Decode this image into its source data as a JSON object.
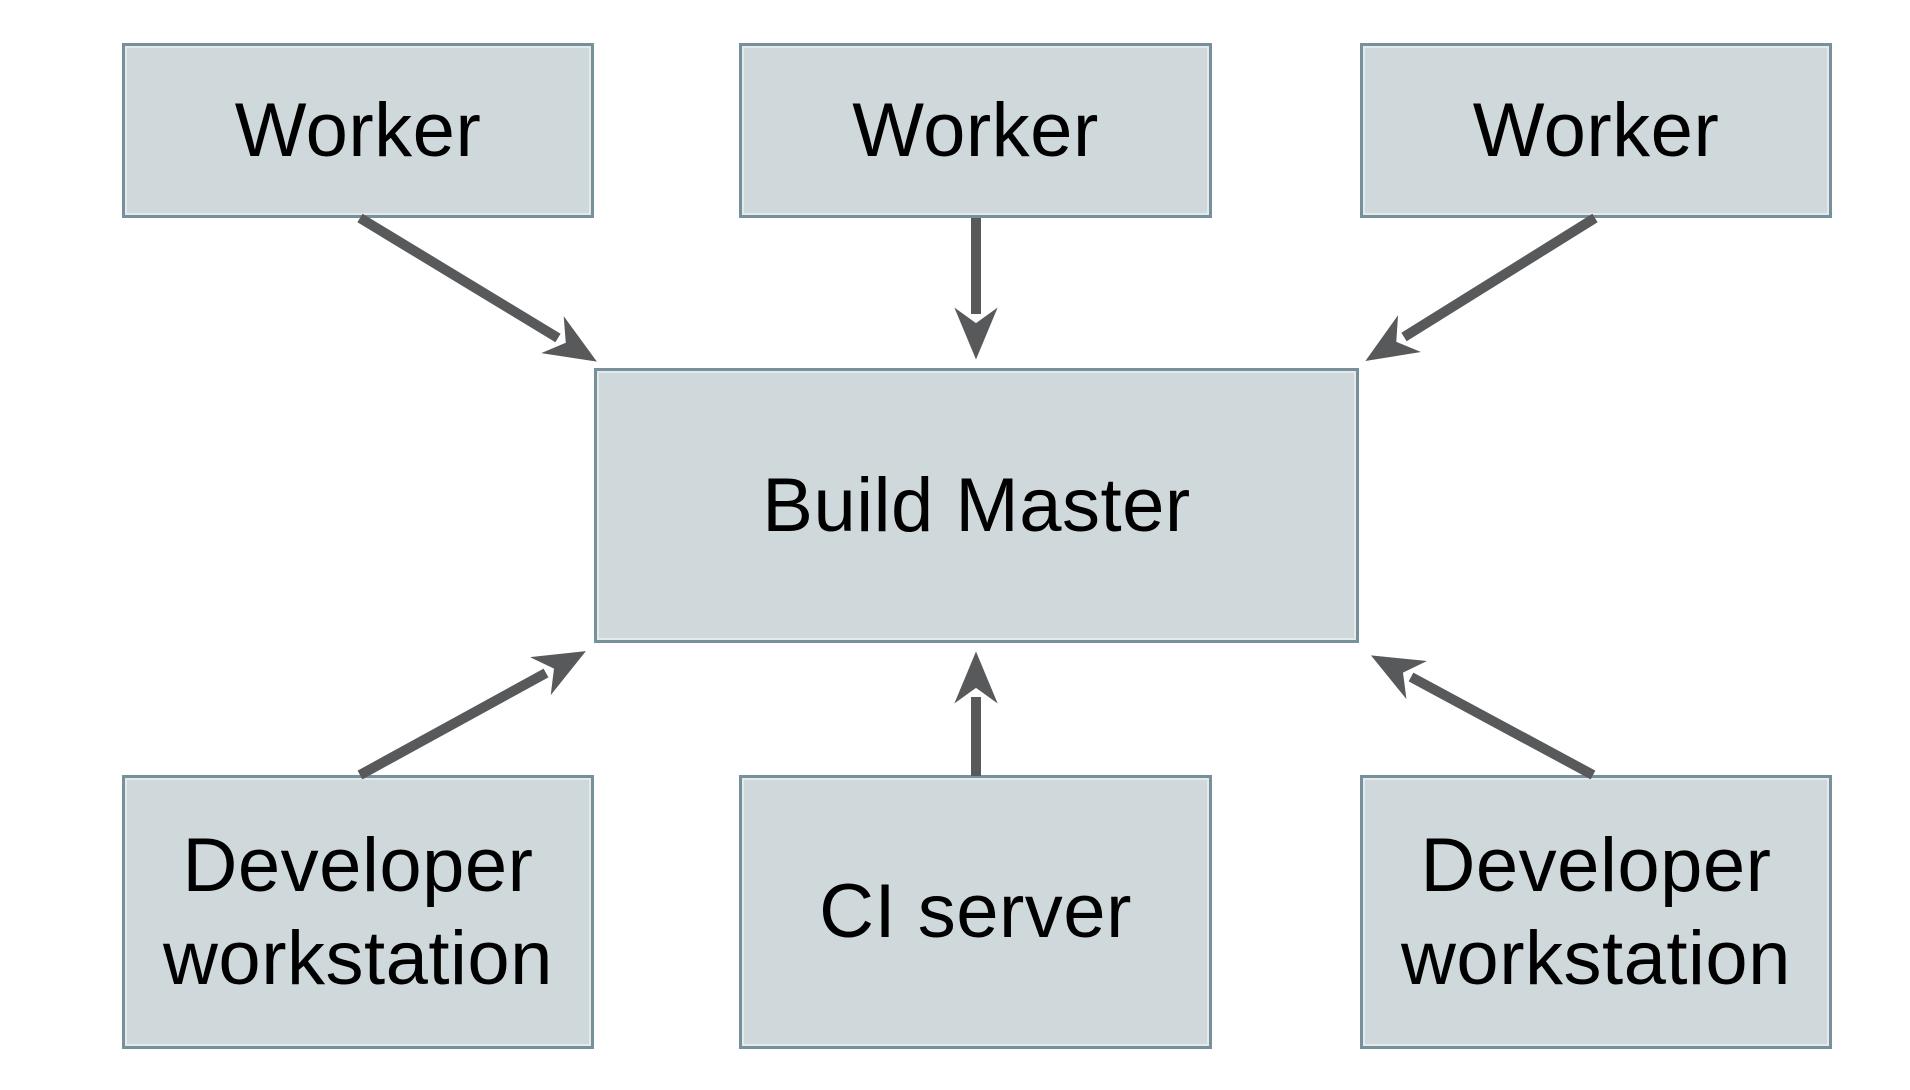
{
  "diagram": {
    "type": "architecture-diagram",
    "colors": {
      "node-fill": "#cfd8db",
      "node-border": "#76909c",
      "arrow": "#58595b",
      "text": "#000000",
      "background": "#ffffff"
    }
  },
  "nodes": {
    "worker_top_left": {
      "label": "Worker"
    },
    "worker_top_center": {
      "label": "Worker"
    },
    "worker_top_right": {
      "label": "Worker"
    },
    "build_master": {
      "label": "Build Master"
    },
    "dev_ws_left": {
      "label": "Developer workstation"
    },
    "ci_server": {
      "label": "CI server"
    },
    "dev_ws_right": {
      "label": "Developer workstation"
    }
  },
  "edges": [
    {
      "from": "worker-top-left",
      "to": "build-master"
    },
    {
      "from": "worker-top-center",
      "to": "build-master"
    },
    {
      "from": "worker-top-right",
      "to": "build-master"
    },
    {
      "from": "developer-workstation-left",
      "to": "build-master"
    },
    {
      "from": "ci-server",
      "to": "build-master"
    },
    {
      "from": "developer-workstation-right",
      "to": "build-master"
    }
  ]
}
